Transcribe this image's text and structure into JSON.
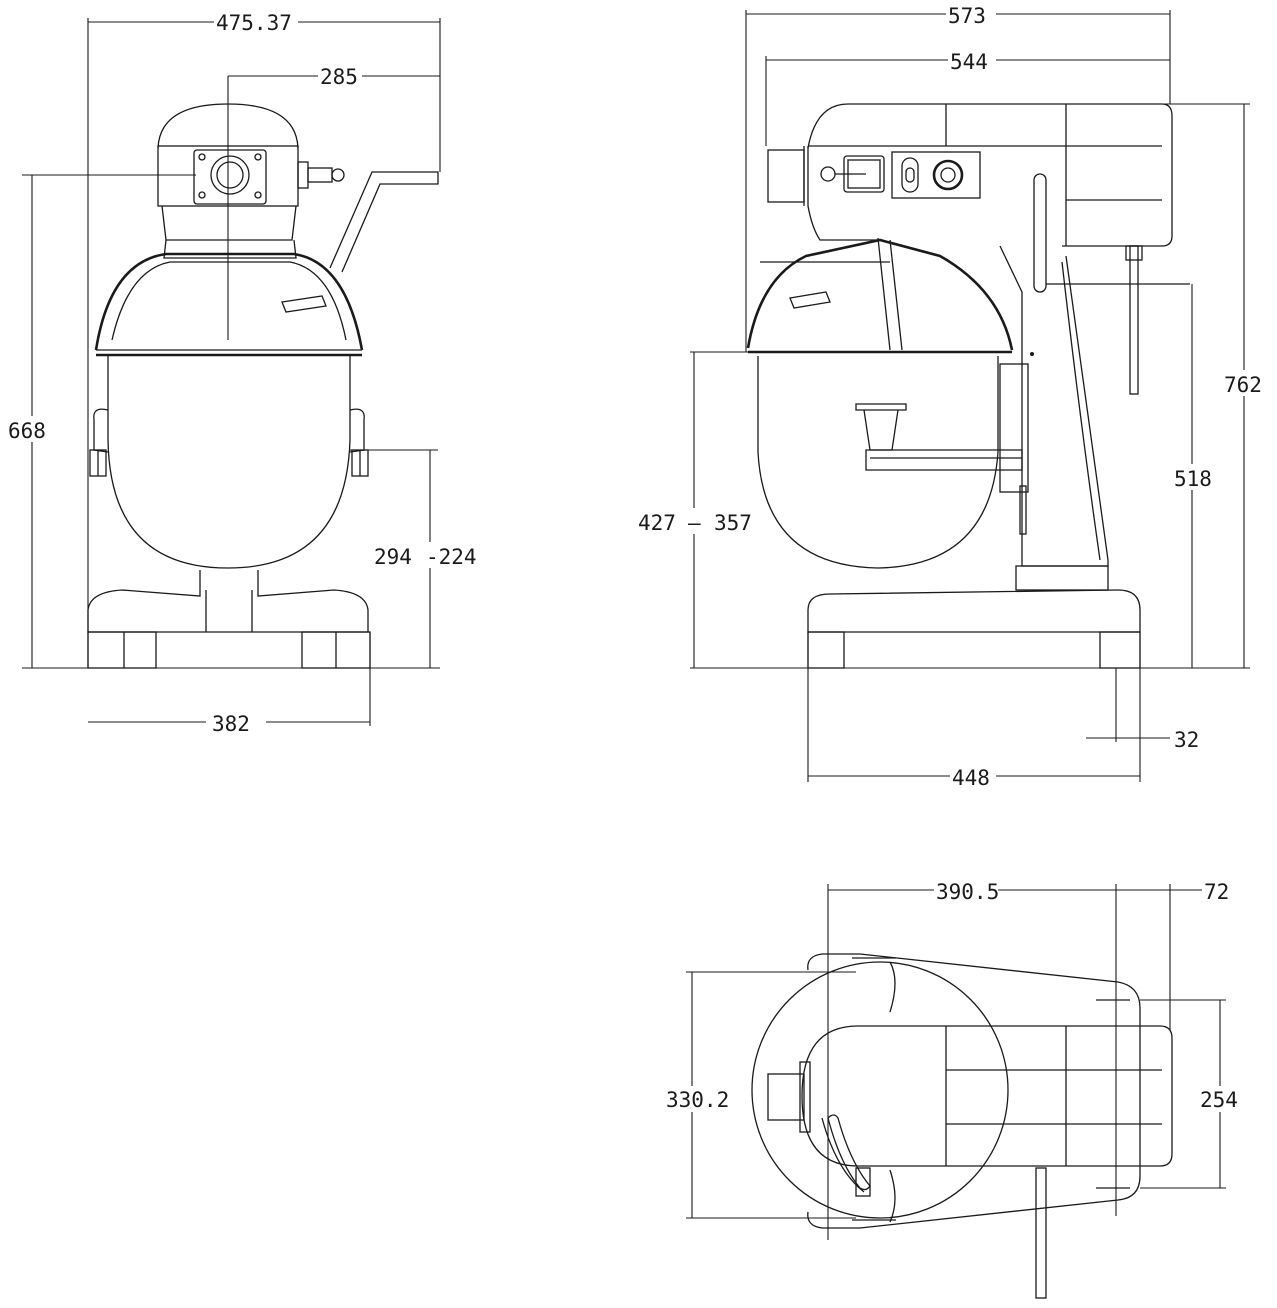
{
  "front_view": {
    "dims": {
      "overall_width": "475.37",
      "head_to_handle": "285",
      "height": "668",
      "bowl_height": "294",
      "bowl_height_alt": "-224",
      "base_width": "382"
    }
  },
  "side_view": {
    "dims": {
      "overall_depth": "573",
      "head_depth": "544",
      "overall_height": "762",
      "column_height": "518",
      "bowl_rim_height": "427",
      "bowl_rim_sep": "–",
      "bowl_rim_height_alt": "357",
      "foot_width": "32",
      "base_depth": "448"
    }
  },
  "top_view": {
    "dims": {
      "head_to_rear": "390.5",
      "rear_offset": "72",
      "bowl_diameter": "330.2",
      "head_width": "254"
    }
  }
}
